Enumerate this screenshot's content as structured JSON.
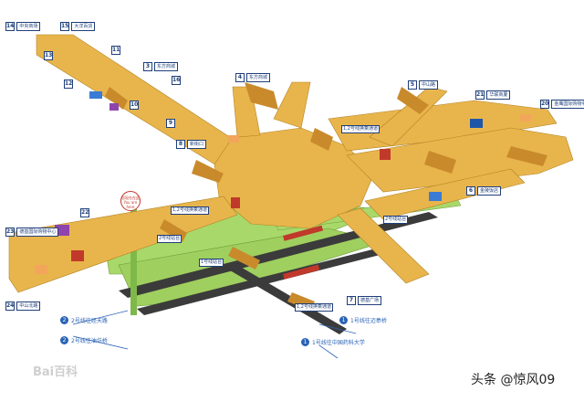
{
  "exits": [
    {
      "num": "14",
      "name": "中央商场"
    },
    {
      "num": "15",
      "name": "大洋百货"
    },
    {
      "num": "13",
      "name": ""
    },
    {
      "num": "12",
      "name": ""
    },
    {
      "num": "11",
      "name": ""
    },
    {
      "num": "3",
      "name": "东方商城"
    },
    {
      "num": "16",
      "name": ""
    },
    {
      "num": "10",
      "name": ""
    },
    {
      "num": "9",
      "name": ""
    },
    {
      "num": "8",
      "name": "新街口"
    },
    {
      "num": "4",
      "name": "东方商城"
    },
    {
      "num": "5",
      "name": "中山路"
    },
    {
      "num": "21",
      "name": "华联商厦"
    },
    {
      "num": "20",
      "name": "金鹰国际购物中心"
    },
    {
      "num": "6",
      "name": "金陵饭店"
    },
    {
      "num": "22",
      "name": ""
    },
    {
      "num": "23",
      "name": "德基国际购物中心"
    },
    {
      "num": "24",
      "name": "中山北路"
    },
    {
      "num": "7",
      "name": "德基广场"
    }
  ],
  "tags": {
    "transfer_a": "1,2号线换乘通道",
    "transfer_b": "1,2号线换乘通道",
    "transfer_c": "1,2号线换乘通道",
    "platform_a": "2号线站台",
    "platform_b": "1号线站台",
    "platform_c": "2号线站台"
  },
  "lines": [
    {
      "num": "2",
      "text": "2号线往经天路"
    },
    {
      "num": "2",
      "text": "2号线往油坊桥"
    },
    {
      "num": "1",
      "text": "1号线往迈皋桥"
    },
    {
      "num": "1",
      "text": "1号线往中国药科大学"
    }
  ],
  "you_are_here": {
    "cn": "您现在在此",
    "en": "You are here"
  },
  "watermark": "Bai百科",
  "credit": "头条 @惊风09",
  "colors": {
    "concourse": "#e8b54c",
    "platform": "#a9d86a",
    "track": "#3b3b3b",
    "stair": "#c98a2c",
    "sign_blue": "#1f3f7a",
    "train": "#c0392b"
  }
}
